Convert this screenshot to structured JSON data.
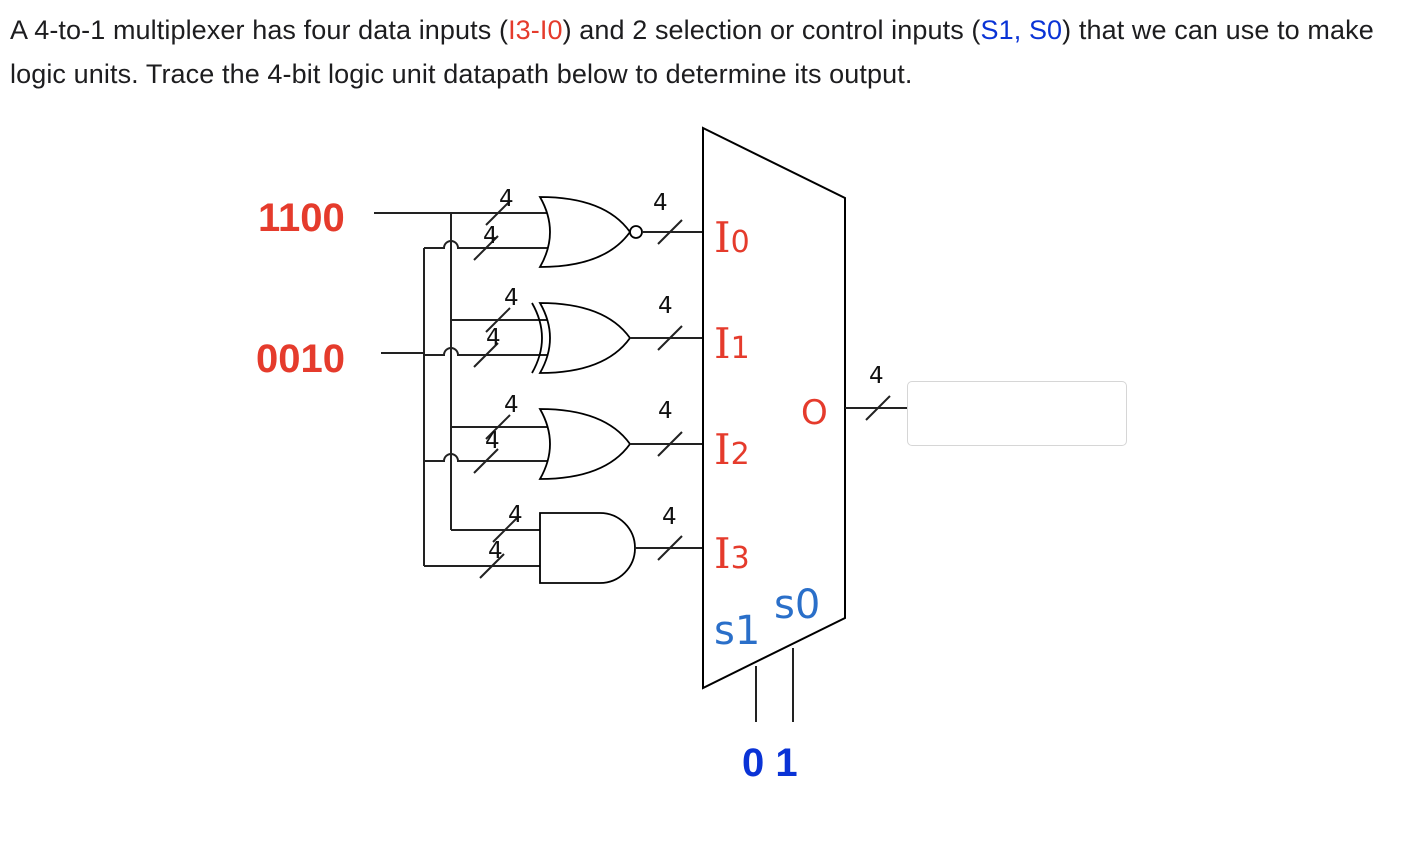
{
  "question": {
    "part1": "A 4-to-1 multiplexer has four data inputs (",
    "data_inputs": "I3-I0",
    "part2": ") and 2 selection or control inputs (",
    "select_inputs": "S1, S0",
    "part3": ") that we can use to make logic units. Trace the 4-bit logic unit datapath below to determine its output."
  },
  "diagram": {
    "input_a": "1100",
    "input_b": "0010",
    "bus_width": "4",
    "mux": {
      "i0": "I",
      "i0_sub": "0",
      "i1": "I",
      "i1_sub": "1",
      "i2": "I",
      "i2_sub": "2",
      "i3": "I",
      "i3_sub": "3",
      "output": "O",
      "s1": "s1",
      "s0": "s0"
    },
    "select_values": "0 1"
  },
  "answer": {
    "value": "",
    "placeholder": ""
  },
  "colors": {
    "input_red": "#e53b2c",
    "select_blue": "#0a33d6",
    "mux_label_blue": "#2a6fc9"
  }
}
